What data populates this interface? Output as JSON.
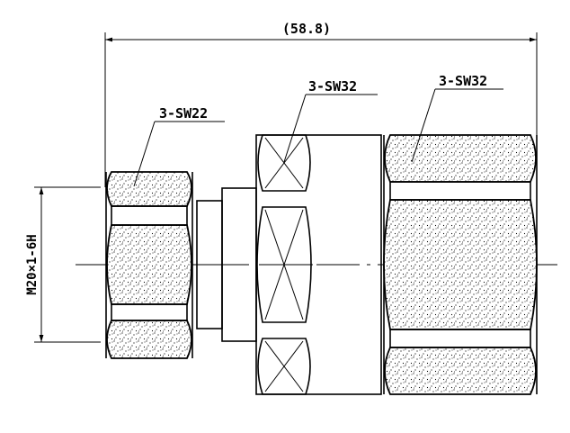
{
  "labels": {
    "overall_length": "(58.8)",
    "thread": "M20×1-6H",
    "left_hex": "3-SW22",
    "middle_hex": "3-SW32",
    "right_hex": "3-SW32"
  }
}
